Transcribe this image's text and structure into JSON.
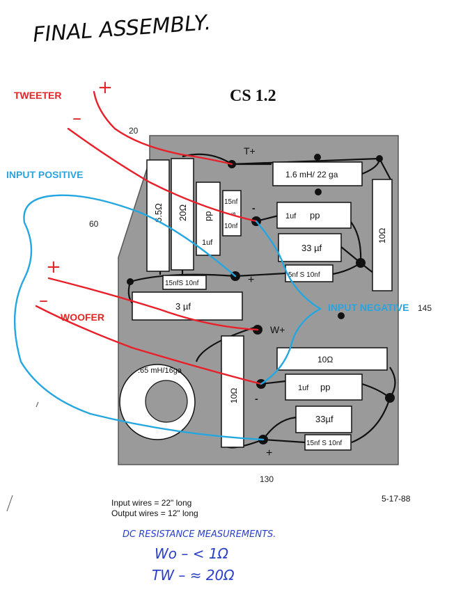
{
  "heading": "FINAL ASSEMBLY.",
  "board_title": "CS 1.2",
  "labels": {
    "tweeter": "TWEETER",
    "input_positive": "INPUT POSITIVE",
    "woofer": "WOOFER",
    "input_negative": "INPUT NEGATIVE",
    "plus": "+",
    "minus": "–"
  },
  "dims": {
    "top": "20",
    "left": "60",
    "right": "145",
    "bottom": "130"
  },
  "terminals": {
    "t_plus": "T+",
    "t_minus": "-",
    "w_plus": "W+",
    "w_minus": "-",
    "plus_a": "+",
    "plus_b": "+"
  },
  "components": {
    "tweeter_inductor": "1.6 mH/ 22 ga",
    "res_6_5": "6.5Ω",
    "res_20": "20Ω",
    "cap_pp_vert": "pp",
    "cap_1uf_vert": "1uf",
    "cap_15nf_vert": "15nf",
    "cap_10nf_vert": "10nf",
    "cap_s_vert": "s",
    "cap_1uf_top": "1uf",
    "cap_pp_top": "pp",
    "cap_33uf_top": "33 µf",
    "cap_15nfs10nf_top": "5nf S 10nf",
    "res_10_right": "10Ω",
    "cap_15nfs10nf_mid": "15nfS 10nf",
    "cap_3uf": "3 µf",
    "woofer_inductor": ".65 mH/16ga",
    "res_10_woofer": "10Ω",
    "res_10_bottom": "10Ω",
    "cap_1uf_bottom": "1uf",
    "cap_pp_bottom": "pp",
    "cap_33uf_bottom": "33µf",
    "cap_15nfs10nf_bottom": "15nf S 10nf"
  },
  "notes": {
    "input_wires": "Input wires = 22\" long",
    "output_wires": "Output wires = 12\" long",
    "date": "5-17-88"
  },
  "handwritten": {
    "dc_title": "DC RESISTANCE MEASUREMENTS.",
    "wo_line": "Wo – < 1Ω",
    "tw_line": "TW – ≈ 20Ω"
  },
  "colors": {
    "board": "#9a9a9a",
    "red_wire": "#e8202a",
    "blue_wire": "#24a7e0",
    "ink": "#0d0d0d",
    "blue_ink": "#2a3fc9",
    "red_label": "#e32626",
    "blue_label": "#2aa4dc"
  }
}
